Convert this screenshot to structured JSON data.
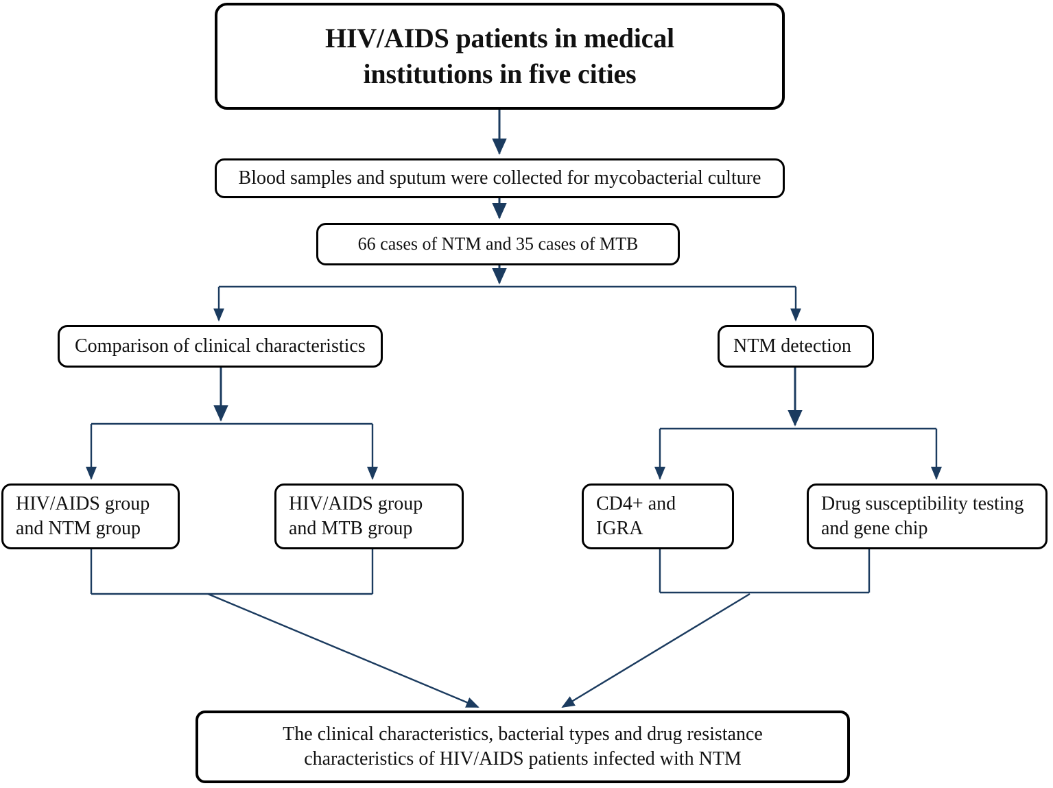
{
  "diagram": {
    "title": "Study flowchart of HIV/AIDS patients with NTM and MTB infection",
    "line_color": "#1b3b5f",
    "box_border_color": "#000000",
    "box_fill_color": "#ffffff",
    "text_color": "#111111"
  },
  "nodes": {
    "title": "HIV/AIDS patients in medical\ninstitutions in five cities",
    "collection": "Blood samples and sputum were collected for mycobacterial culture",
    "cases": "66 cases of NTM and 35 cases of MTB",
    "comparison": "Comparison of clinical characteristics",
    "ntm_detection": "NTM detection",
    "hiv_ntm": "HIV/AIDS group\nand NTM group",
    "hiv_mtb": "HIV/AIDS group\nand MTB group",
    "cd4_igra": "CD4+ and\nIGRA",
    "dst_genechip": "Drug susceptibility testing\nand gene chip",
    "conclusion": "The clinical characteristics, bacterial types and drug resistance\ncharacteristics of HIV/AIDS patients infected with NTM"
  },
  "edges": [
    {
      "name": "title-to-collection",
      "from": "title",
      "to": "collection",
      "style": "straight-down"
    },
    {
      "name": "collection-to-cases",
      "from": "collection",
      "to": "cases",
      "style": "straight-down"
    },
    {
      "name": "cases-to-comparison",
      "from": "cases",
      "to": "comparison",
      "style": "split-left"
    },
    {
      "name": "cases-to-ntm-detection",
      "from": "cases",
      "to": "ntm_detection",
      "style": "split-right"
    },
    {
      "name": "comparison-to-hiv-ntm",
      "from": "comparison",
      "to": "hiv_ntm",
      "style": "split-left"
    },
    {
      "name": "comparison-to-hiv-mtb",
      "from": "comparison",
      "to": "hiv_mtb",
      "style": "split-right"
    },
    {
      "name": "ntm-detection-to-cd4-igra",
      "from": "ntm_detection",
      "to": "cd4_igra",
      "style": "split-left"
    },
    {
      "name": "ntm-detection-to-dst",
      "from": "ntm_detection",
      "to": "dst_genechip",
      "style": "split-right"
    },
    {
      "name": "left-group-to-conclusion",
      "from": "hiv_ntm,hiv_mtb",
      "to": "conclusion",
      "style": "merge-diagonal-right"
    },
    {
      "name": "right-group-to-conclusion",
      "from": "cd4_igra,dst_genechip",
      "to": "conclusion",
      "style": "merge-diagonal-left"
    }
  ]
}
